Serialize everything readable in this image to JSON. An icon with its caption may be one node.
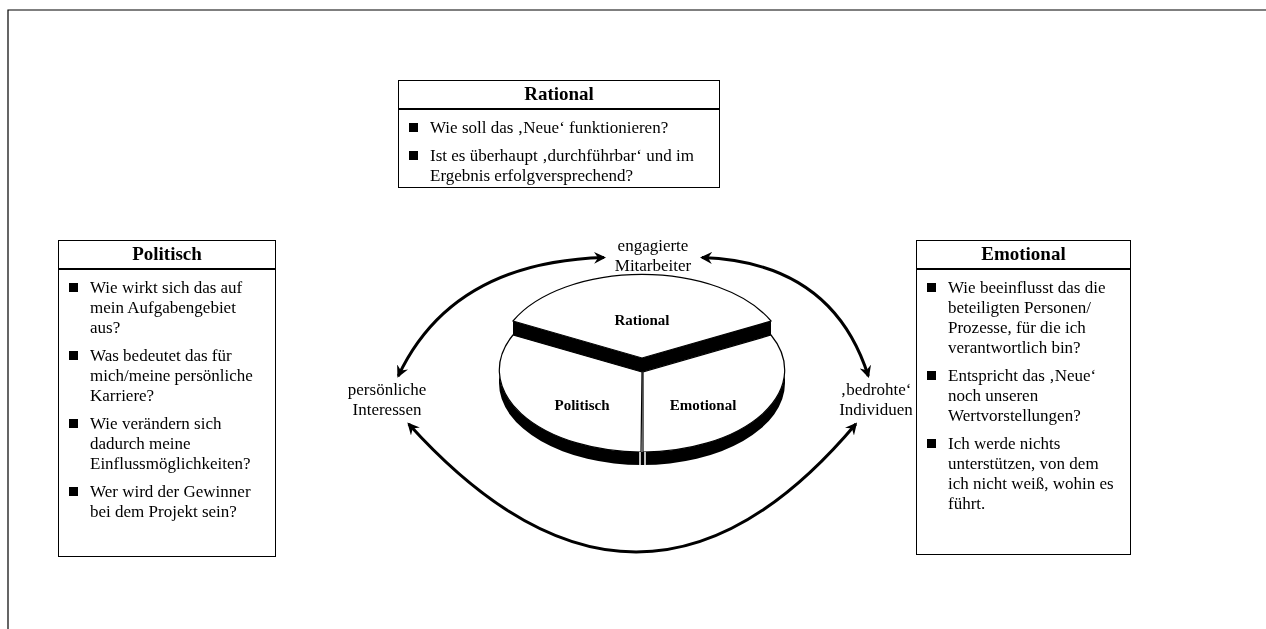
{
  "diagram": {
    "nodes": [
      {
        "text": [
          "Rational",
          "Wie soll das ‚Neue‘ funktionieren?",
          "Ist es überhaupt ‚durchführbar‘ und im Ergebnis erfolgversprechend?"
        ]
      },
      {
        "text": [
          "engagierte Mitarbeiter"
        ]
      },
      {
        "text": [
          "Politisch",
          "Wie wirkt sich das auf mein Aufgabengebiet aus?",
          "Was bedeutet das für mich/meine persönliche Karriere?",
          "Wie verändern sich dadurch meine Einflussmöglichkeiten?",
          "Wer wird der Gewinner bei dem Projekt sein?"
        ]
      },
      {
        "text": [
          "Emotional",
          "Wie beeinflusst das die beteiligten Personen/ Prozesse, für die ich verantwortlich bin?",
          "Entspricht das ‚Neue‘ noch unseren Wertvorstellungen?",
          "Ich werde nichts unterstützen, von dem ich nicht weiß, wohin es führt."
        ]
      },
      {
        "text": [
          "Rational"
        ]
      },
      {
        "text": [
          "Politisch"
        ]
      },
      {
        "text": [
          "Emotional"
        ]
      },
      {
        "text": [
          "persönliche Interessen"
        ]
      },
      {
        "text": [
          "‚bedrohte‘ Individuen"
        ]
      }
    ],
    "edges": [
      {
        "from": 1,
        "to": 7,
        "arrow": "both"
      },
      {
        "from": 1,
        "to": 8,
        "arrow": "both"
      },
      {
        "from": 7,
        "to": 8,
        "arrow": "both"
      }
    ]
  }
}
